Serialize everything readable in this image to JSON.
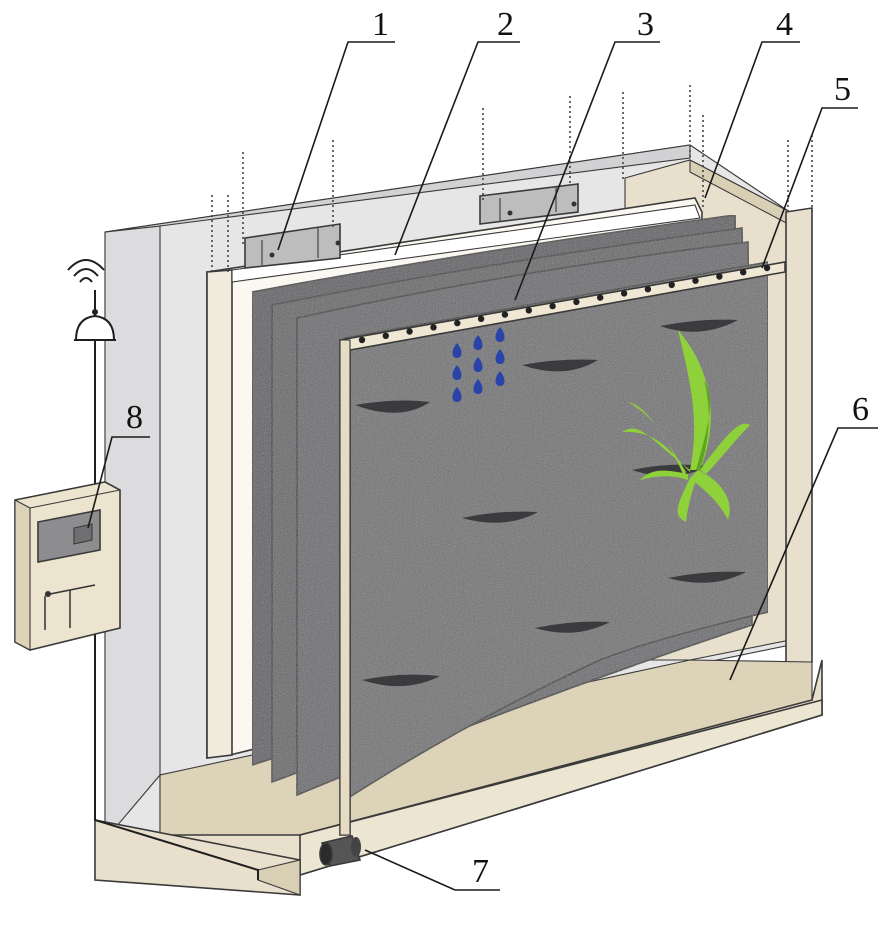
{
  "callouts": [
    {
      "id": "1",
      "label": "1"
    },
    {
      "id": "2",
      "label": "2"
    },
    {
      "id": "3",
      "label": "3"
    },
    {
      "id": "4",
      "label": "4"
    },
    {
      "id": "5",
      "label": "5"
    },
    {
      "id": "6",
      "label": "6"
    },
    {
      "id": "7",
      "label": "7"
    },
    {
      "id": "8",
      "label": "8"
    }
  ],
  "colors": {
    "wall": "#e6e6e7",
    "wall_edge": "#b9b9bd",
    "tray": "#e8e0cc",
    "tray_shadow": "#cfc5ab",
    "board": "#fbf8f1",
    "felt": "#6f6f72",
    "felt_dark": "#5c5c60",
    "pipe": "#efe7d4",
    "water_drop": "#2a43a8",
    "plant": "#8fd13a",
    "plant_dark": "#5ea51f",
    "controller": "#ece4cf",
    "controller_screen": "#8d8d8f"
  },
  "icons": [
    "alarm-bell-icon",
    "wireless-signal-icon",
    "water-pump-icon",
    "plant-icon",
    "water-drop-icon"
  ]
}
